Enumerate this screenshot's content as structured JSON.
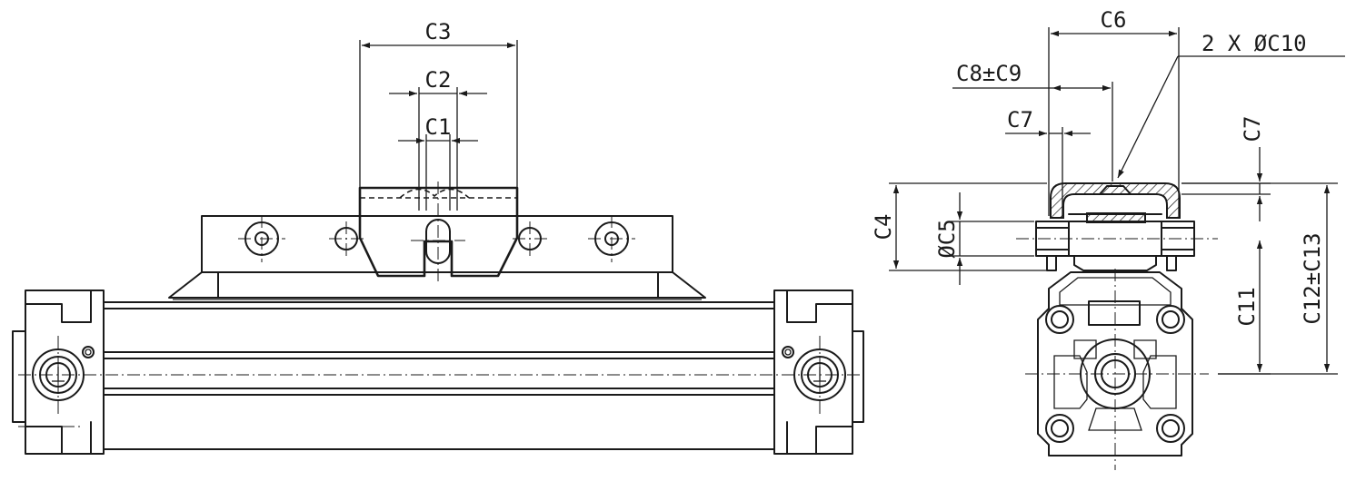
{
  "labels": {
    "c1": "C1",
    "c2": "C2",
    "c3": "C3",
    "c4": "C4",
    "c5": "ØC5",
    "c6": "C6",
    "c7_top": "C7",
    "c7_side": "C7",
    "c8": "C8±C9",
    "c10": "2 X ØC10",
    "c11": "C11",
    "c12": "C12±C13"
  }
}
